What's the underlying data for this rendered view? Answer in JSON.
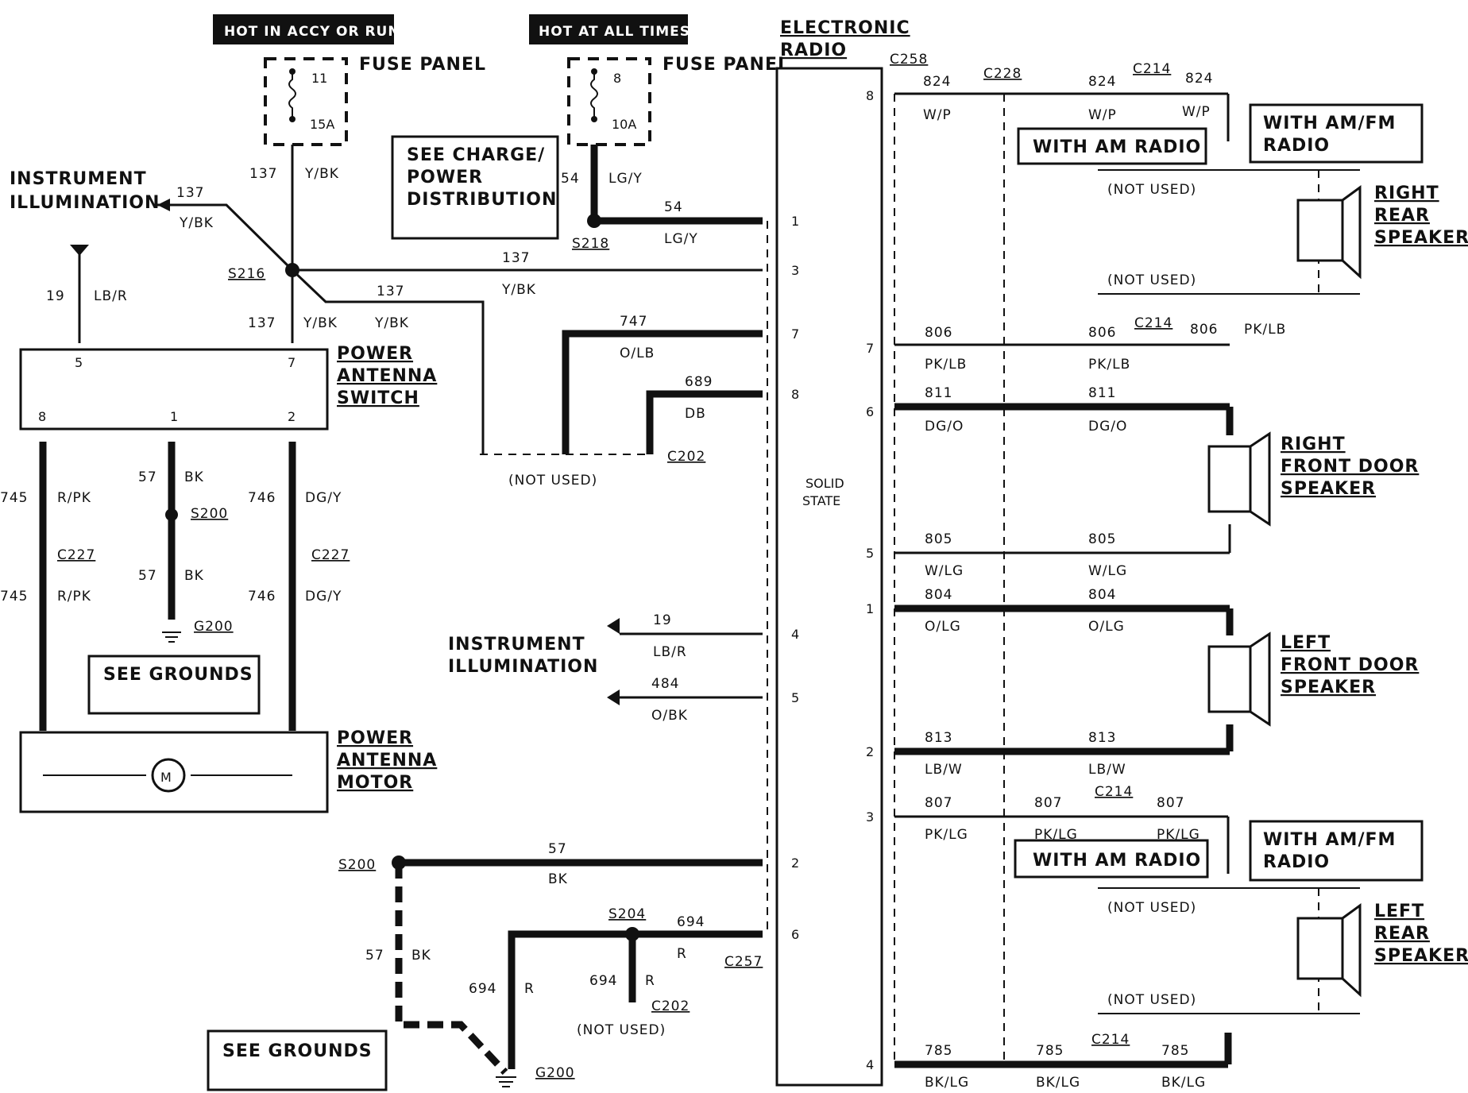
{
  "headers": {
    "accy_run": "HOT IN ACCY OR RUN",
    "all_times": "HOT AT ALL TIMES"
  },
  "fuse_left": {
    "number": "11",
    "rating": "15A",
    "label": "FUSE PANEL"
  },
  "fuse_right": {
    "number": "8",
    "rating": "10A",
    "label": "FUSE PANEL"
  },
  "radio": {
    "title": "ELECTRONIC RADIO",
    "inner": "SOLID STATE"
  },
  "boxes": {
    "charge": "SEE CHARGE/ POWER DISTRIBUTION",
    "grounds1": "SEE GROUNDS",
    "grounds2": "SEE GROUNDS",
    "am1": "WITH AM RADIO",
    "amfm1": "WITH AM/FM RADIO",
    "am2": "WITH AM RADIO",
    "amfm2": "WITH AM/FM RADIO"
  },
  "components": {
    "switch": "POWER ANTENNA SWITCH",
    "motor": "POWER ANTENNA MOTOR",
    "motor_symbol": "M",
    "instr1": "INSTRUMENT ILLUMINATION",
    "instr2": "INSTRUMENT ILLUMINATION",
    "rr_speaker": "RIGHT REAR SPEAKER",
    "rf_speaker": "RIGHT FRONT DOOR SPEAKER",
    "lf_speaker": "LEFT FRONT DOOR SPEAKER",
    "lr_speaker": "LEFT REAR SPEAKER"
  },
  "not_used": "(NOT USED)",
  "connectors": {
    "S216": "S216",
    "S218": "S218",
    "S200a": "S200",
    "S200b": "S200",
    "C227a": "C227",
    "C227b": "C227",
    "G200a": "G200",
    "G200b": "G200",
    "C202a": "C202",
    "C202b": "C202",
    "S204": "S204",
    "C257": "C257",
    "C258": "C258",
    "C228": "C228",
    "C214": "C214"
  },
  "wires": {
    "c137": "137",
    "YBK": "Y/BK",
    "c54": "54",
    "LGY": "LG/Y",
    "c19": "19",
    "LBR": "LB/R",
    "c747": "747",
    "OLB": "O/LB",
    "c689": "689",
    "DB": "DB",
    "c745": "745",
    "RPK": "R/PK",
    "c57": "57",
    "BK": "BK",
    "c746": "746",
    "DGY": "DG/Y",
    "c484": "484",
    "OBK": "O/BK",
    "c694": "694",
    "R": "R",
    "c824": "824",
    "WP": "W/P",
    "c806": "806",
    "PKLB": "PK/LB",
    "c811": "811",
    "DGO": "DG/O",
    "c805": "805",
    "WLG": "W/LG",
    "c804": "804",
    "OLG": "O/LG",
    "c813": "813",
    "LBW": "LB/W",
    "c807": "807",
    "PKLG": "PK/LG",
    "c785": "785",
    "BKLG": "BK/LG"
  },
  "pins": {
    "switch": [
      "5",
      "7",
      "8",
      "1",
      "2"
    ],
    "radio_left": [
      "1",
      "3",
      "7",
      "8",
      "4",
      "5",
      "2",
      "6"
    ],
    "radio_right": [
      "8",
      "7",
      "6",
      "5",
      "1",
      "2",
      "3",
      "4"
    ]
  }
}
